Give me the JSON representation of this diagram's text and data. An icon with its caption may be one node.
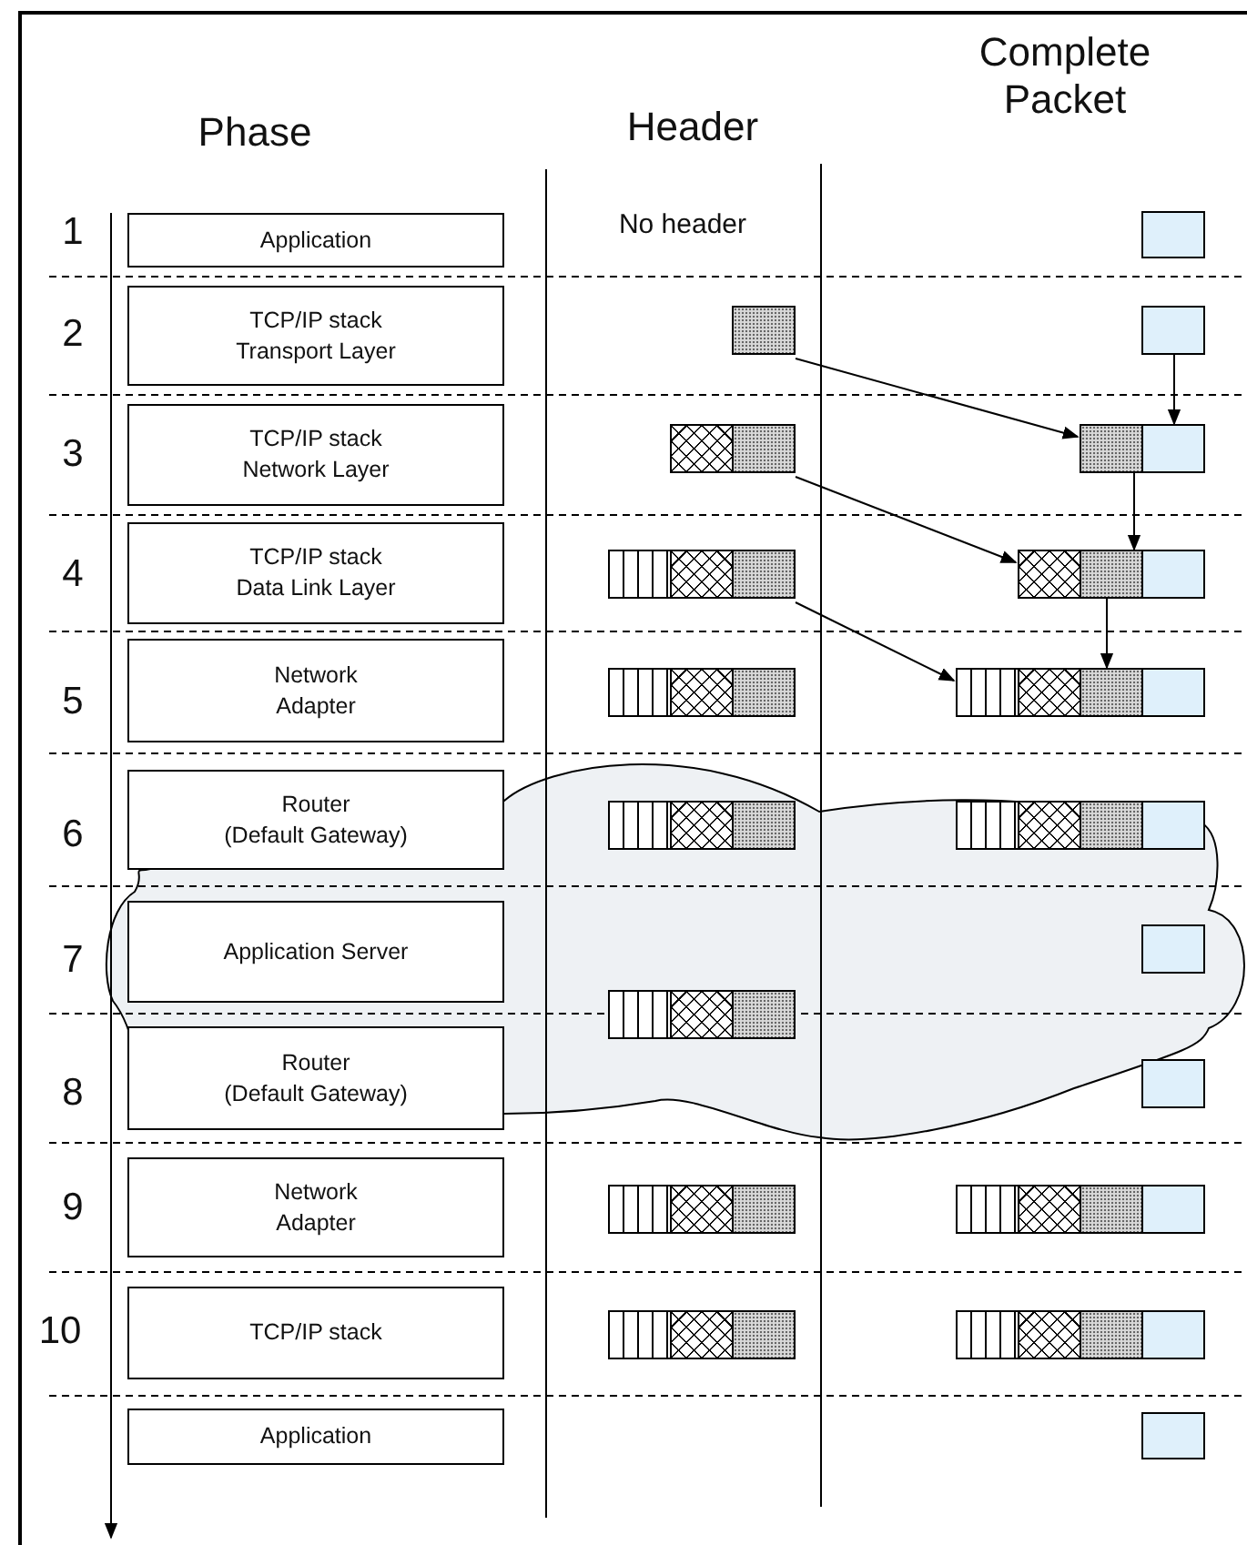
{
  "diagram": {
    "nodes": [
      {
        "text": [
          "Application"
        ]
      },
      {
        "text": [],
        "shape": "bar"
      },
      {
        "text": [
          "TCP/IP stack Transport Layer"
        ]
      },
      {
        "text": [],
        "shape": "bar"
      },
      {
        "text": [],
        "shape": "bar"
      },
      {
        "text": [
          "TCP/IP stack Network Layer"
        ]
      },
      {
        "text": [],
        "shape": "bar"
      },
      {
        "text": [],
        "shape": "bar"
      },
      {
        "text": [
          "TCP/IP stack Data Link Layer"
        ]
      },
      {
        "text": [],
        "shape": "bar"
      },
      {
        "text": [],
        "shape": "bar"
      },
      {
        "text": [
          "Network Adapter"
        ]
      },
      {
        "text": [],
        "shape": "bar"
      },
      {
        "text": [],
        "shape": "bar"
      },
      {
        "text": [
          "Router (Default Gateway)"
        ]
      },
      {
        "text": [],
        "shape": "bar"
      },
      {
        "text": [],
        "shape": "bar"
      },
      {
        "text": [
          "Application Server"
        ]
      },
      {
        "text": [],
        "shape": "bar"
      },
      {
        "text": [],
        "shape": "bar"
      },
      {
        "text": [
          "Router (Default Gateway)"
        ]
      },
      {
        "text": [],
        "shape": "bar"
      },
      {
        "text": [
          "Network Adapter"
        ]
      },
      {
        "text": [],
        "shape": "bar"
      },
      {
        "text": [],
        "shape": "bar"
      },
      {
        "text": [
          "TCP/IP stack"
        ]
      },
      {
        "text": [],
        "shape": "bar"
      },
      {
        "text": [],
        "shape": "bar"
      },
      {
        "text": [
          "Application"
        ]
      },
      {
        "text": [],
        "shape": "bar"
      }
    ],
    "edges": [
      {
        "from": 3,
        "to": 7,
        "arrow": "to"
      },
      {
        "from": 4,
        "to": 7,
        "arrow": "to"
      },
      {
        "from": 6,
        "to": 10,
        "arrow": "to"
      },
      {
        "from": 7,
        "to": 10,
        "arrow": "to"
      },
      {
        "from": 9,
        "to": 13,
        "arrow": "to"
      },
      {
        "from": 10,
        "to": 13,
        "arrow": "to"
      }
    ],
    "labels": [
      "Complete Packet",
      "Phase",
      "Header",
      "1",
      "No header",
      "2",
      "3",
      "4",
      "5",
      "6",
      "7",
      "8",
      "9",
      "10"
    ]
  }
}
